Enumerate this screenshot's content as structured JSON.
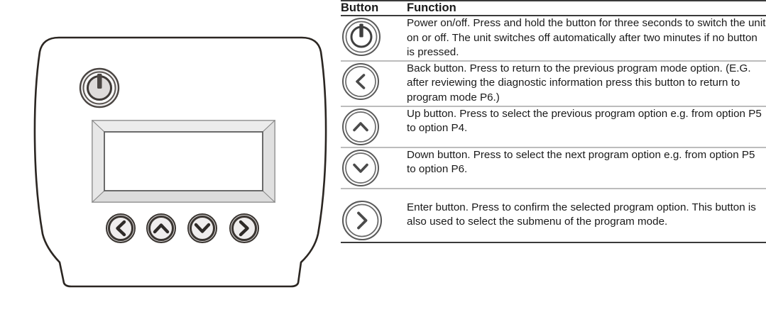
{
  "device": {
    "name": "control-panel-device",
    "description": "Wall control unit front face illustration",
    "power_button": {
      "icon": "power-icon",
      "label": "Power"
    },
    "display": {
      "icon": "lcd-screen",
      "content": ""
    },
    "keypad": [
      {
        "icon": "chevron-left-icon",
        "name": "back-button"
      },
      {
        "icon": "chevron-up-icon",
        "name": "up-button"
      },
      {
        "icon": "chevron-down-icon",
        "name": "down-button"
      },
      {
        "icon": "chevron-right-icon",
        "name": "enter-button"
      }
    ],
    "colors": {
      "outline": "#2b2622",
      "body_fill": "#ffffff",
      "bezel_fill": "#e3e3e3",
      "screen_fill": "#ffffff",
      "key_fill": "#eceaea",
      "key_ring": "#3a3531"
    }
  },
  "table": {
    "headers": {
      "button": "Button",
      "function": "Function"
    },
    "rows": [
      {
        "icon": "power-icon",
        "icon_name": "power-button-icon",
        "text": "Power on/off. Press and hold the button for three seconds to switch the unit on or off. The unit switches off automatically after two minutes if no button is pressed."
      },
      {
        "icon": "chevron-left-icon",
        "icon_name": "back-button-icon",
        "text": "Back button. Press to return to the previous program mode option. (E.G. after reviewing the diagnostic information press this button to return to program mode P6.)"
      },
      {
        "icon": "chevron-up-icon",
        "icon_name": "up-button-icon",
        "text": "Up button. Press to select the previous program option e.g. from option P5 to option P4."
      },
      {
        "icon": "chevron-down-icon",
        "icon_name": "down-button-icon",
        "text": "Down button. Press to select the next program option e.g. from option P5 to option P6."
      },
      {
        "icon": "chevron-right-icon",
        "icon_name": "enter-button-icon",
        "text": "Enter button. Press to confirm the selected program option. This button is also used to select the submenu of the program mode."
      }
    ],
    "colors": {
      "rule_strong": "#3a3a3a",
      "rule_light": "#bcbcbc",
      "text": "#1a1a1a",
      "icon_stroke": "#4a4a4a"
    }
  }
}
